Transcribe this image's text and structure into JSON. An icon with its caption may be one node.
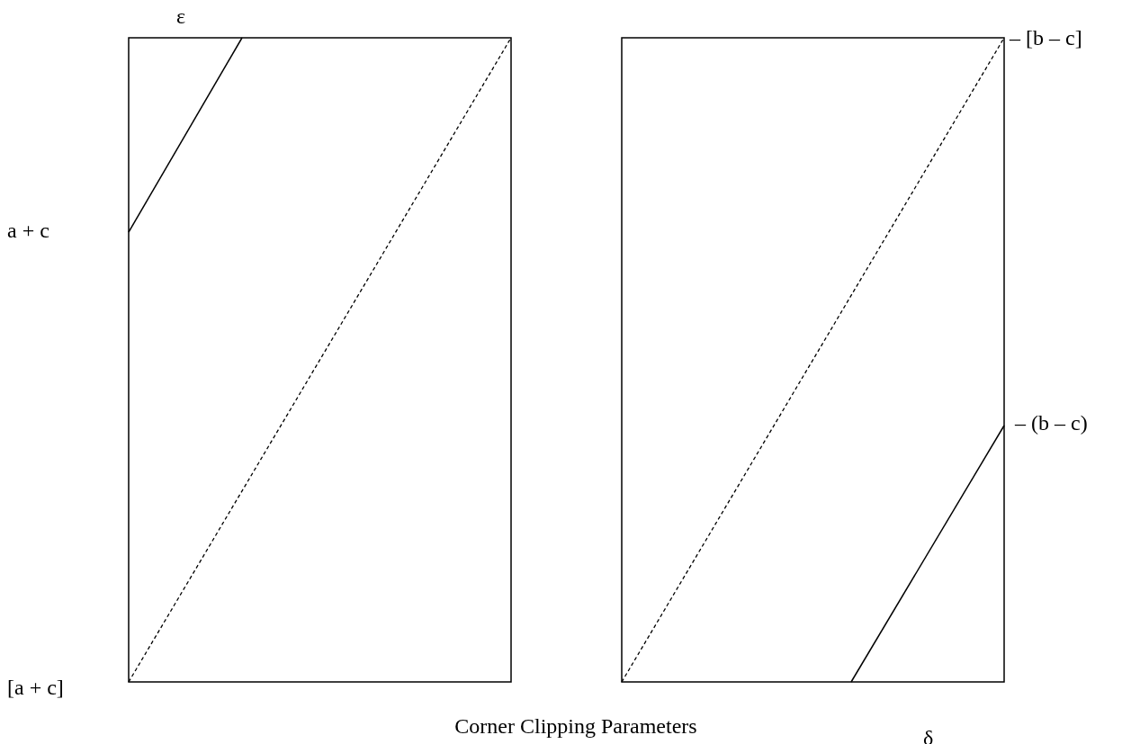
{
  "diagram": {
    "caption": "Corner Clipping Parameters",
    "labels": [
      "ε",
      "a + c",
      "[a + c]",
      "– [b – c]",
      "– (b – c)",
      "δ"
    ]
  }
}
